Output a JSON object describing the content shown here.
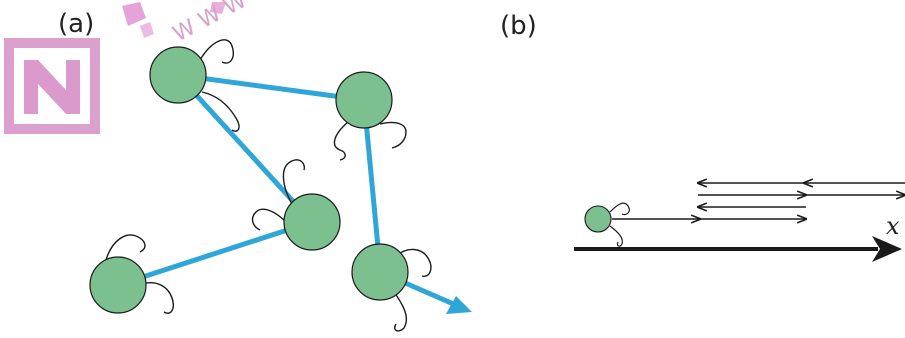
{
  "panels": {
    "a": {
      "label": "(a)"
    },
    "b": {
      "label": "(b)",
      "axis_label": "x"
    }
  },
  "watermark": {
    "text": "W W W"
  },
  "colors": {
    "cell_fill": "#7dc090",
    "cell_stroke": "#1a1a1a",
    "path": "#2fa6d8",
    "arrow": "#1a1a1a",
    "watermark": "#d06ab8"
  }
}
